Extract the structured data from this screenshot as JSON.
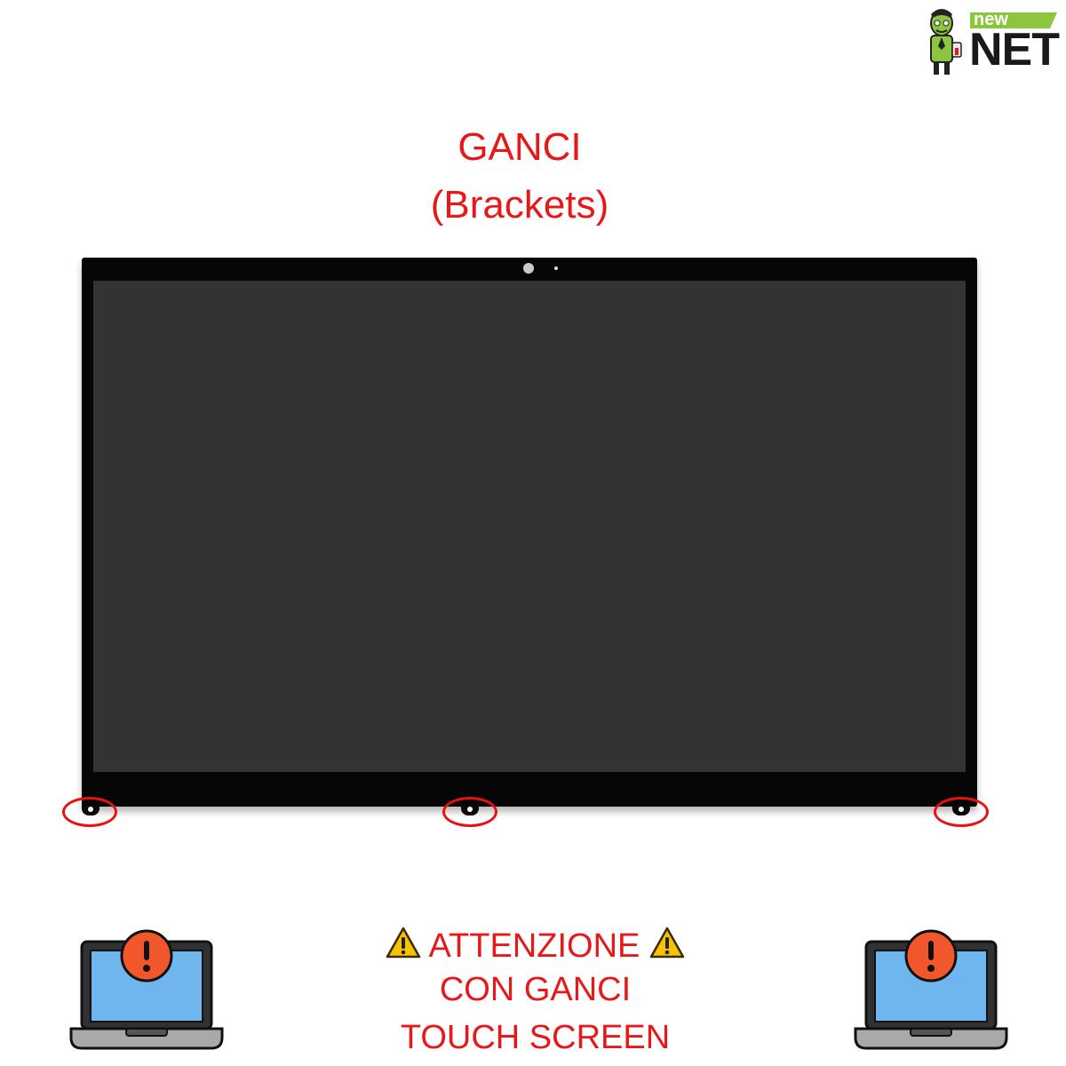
{
  "logo": {
    "small_text": "new",
    "big_text": "NET"
  },
  "heading": {
    "line1": "GANCI",
    "line2": "(Brackets)"
  },
  "warning": {
    "line1": "ATTENZIONE",
    "line2": "CON GANCI",
    "line3": "TOUCH SCREEN",
    "icon": "warning-triangle-icon"
  },
  "laptop_icon": {
    "icon": "laptop-alert-icon",
    "symbol": "!"
  },
  "colors": {
    "accent_red": "#e81818",
    "panel_bezel": "#060606",
    "panel_screen": "#333333",
    "logo_green": "#8cc63f",
    "warning_yellow": "#f7c300",
    "laptop_screen": "#6fb6ee",
    "alert_orange": "#f2572b"
  }
}
